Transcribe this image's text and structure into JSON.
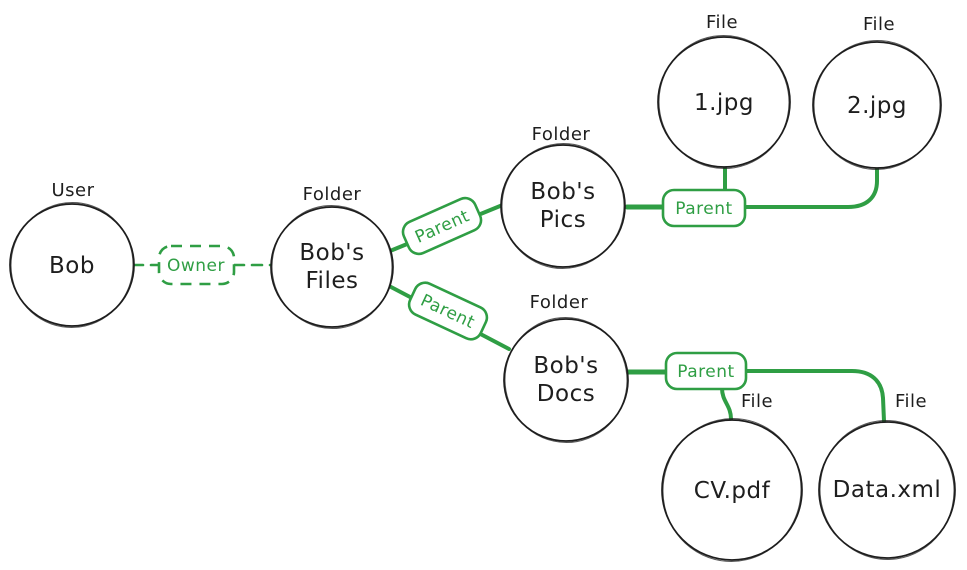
{
  "colors": {
    "edge_green": "#2f9e44",
    "ink": "#1e1e1e",
    "background": "#ffffff"
  },
  "nodes": [
    {
      "id": "bob",
      "type_label": "User",
      "label": "Bob",
      "lines": [
        "Bob"
      ]
    },
    {
      "id": "bobs-files",
      "type_label": "Folder",
      "label": "Bob's Files",
      "lines": [
        "Bob's",
        "Files"
      ]
    },
    {
      "id": "bobs-pics",
      "type_label": "Folder",
      "label": "Bob's Pics",
      "lines": [
        "Bob's",
        "Pics"
      ]
    },
    {
      "id": "file-1-jpg",
      "type_label": "File",
      "label": "1.jpg",
      "lines": [
        "1.jpg"
      ]
    },
    {
      "id": "file-2-jpg",
      "type_label": "File",
      "label": "2.jpg",
      "lines": [
        "2.jpg"
      ]
    },
    {
      "id": "bobs-docs",
      "type_label": "Folder",
      "label": "Bob's Docs",
      "lines": [
        "Bob's",
        "Docs"
      ]
    },
    {
      "id": "file-cv-pdf",
      "type_label": "File",
      "label": "CV.pdf",
      "lines": [
        "CV.pdf"
      ]
    },
    {
      "id": "file-data-xml",
      "type_label": "File",
      "label": "Data.xml",
      "lines": [
        "Data.xml"
      ]
    }
  ],
  "edges": [
    {
      "id": "owner-bob-files",
      "label": "Owner",
      "style": "dashed",
      "from": "bob",
      "to": [
        "bobs-files"
      ]
    },
    {
      "id": "parent-files-pics",
      "label": "Parent",
      "style": "solid",
      "from": "bobs-files",
      "to": [
        "bobs-pics"
      ]
    },
    {
      "id": "parent-files-docs",
      "label": "Parent",
      "style": "solid",
      "from": "bobs-files",
      "to": [
        "bobs-docs"
      ]
    },
    {
      "id": "parent-pics-children",
      "label": "Parent",
      "style": "solid",
      "from": "bobs-pics",
      "to": [
        "file-1-jpg",
        "file-2-jpg"
      ]
    },
    {
      "id": "parent-docs-children",
      "label": "Parent",
      "style": "solid",
      "from": "bobs-docs",
      "to": [
        "file-cv-pdf",
        "file-data-xml"
      ]
    }
  ]
}
